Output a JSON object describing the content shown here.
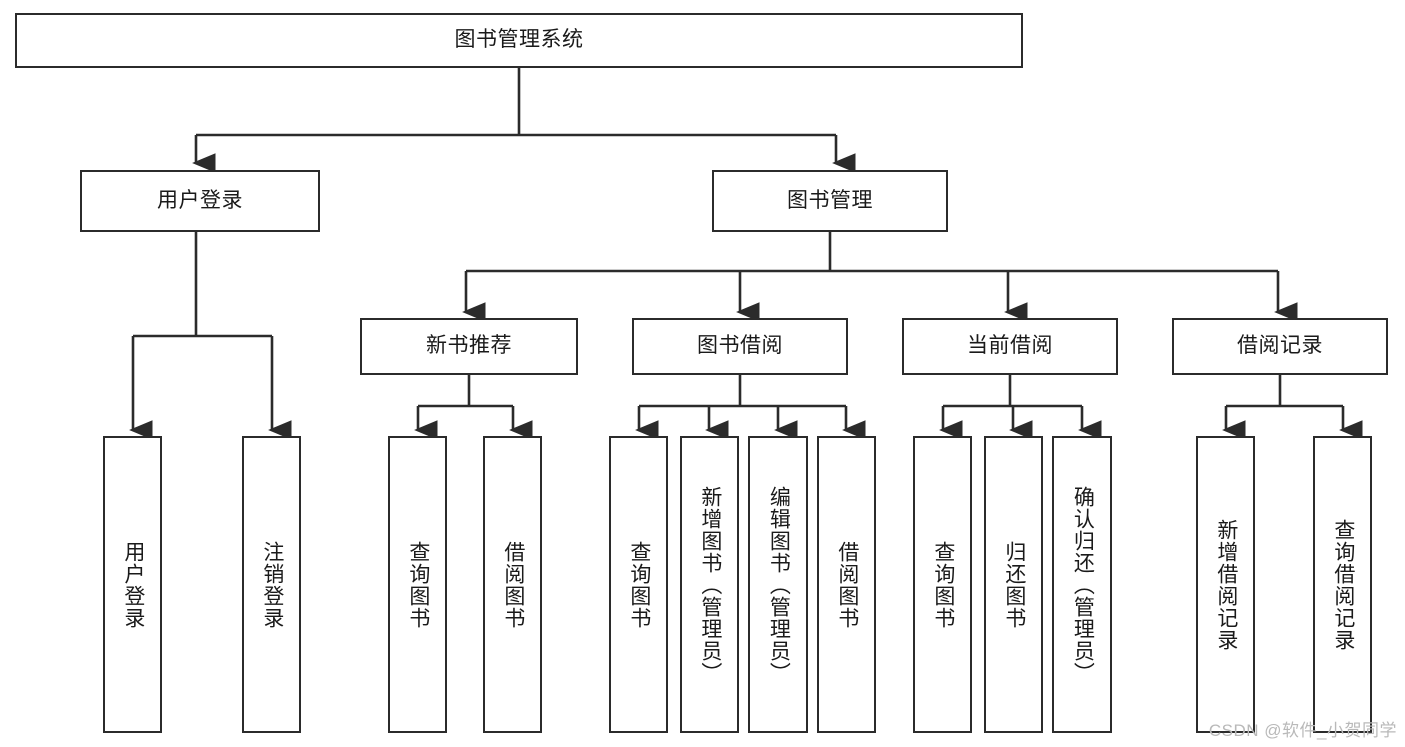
{
  "diagram": {
    "title": "图书管理系统",
    "type": "tree-hierarchy-diagram",
    "colors": {
      "background": "#ffffff",
      "stroke": "#2b2b2b",
      "text": "#1a1a1a",
      "watermark": "#b9b9b9"
    },
    "root": {
      "label": "图书管理系统"
    },
    "level2": [
      {
        "label": "用户登录"
      },
      {
        "label": "图书管理"
      }
    ],
    "level3": [
      {
        "label": "新书推荐"
      },
      {
        "label": "图书借阅"
      },
      {
        "label": "当前借阅"
      },
      {
        "label": "借阅记录"
      }
    ],
    "leaves": {
      "user_login": [
        {
          "label": "用户登录"
        },
        {
          "label": "注销登录"
        }
      ],
      "new_book_recommend": [
        {
          "label": "查询图书"
        },
        {
          "label": "借阅图书"
        }
      ],
      "book_borrow": [
        {
          "label": "查询图书"
        },
        {
          "label": "新增图书（管理员）"
        },
        {
          "label": "编辑图书（管理员）"
        },
        {
          "label": "借阅图书"
        }
      ],
      "current_borrow": [
        {
          "label": "查询图书"
        },
        {
          "label": "归还图书"
        },
        {
          "label": "确认归还（管理员）"
        }
      ],
      "borrow_record": [
        {
          "label": "新增借阅记录"
        },
        {
          "label": "查询借阅记录"
        }
      ]
    }
  },
  "watermark": {
    "text": "CSDN @软件_小贺同学"
  }
}
